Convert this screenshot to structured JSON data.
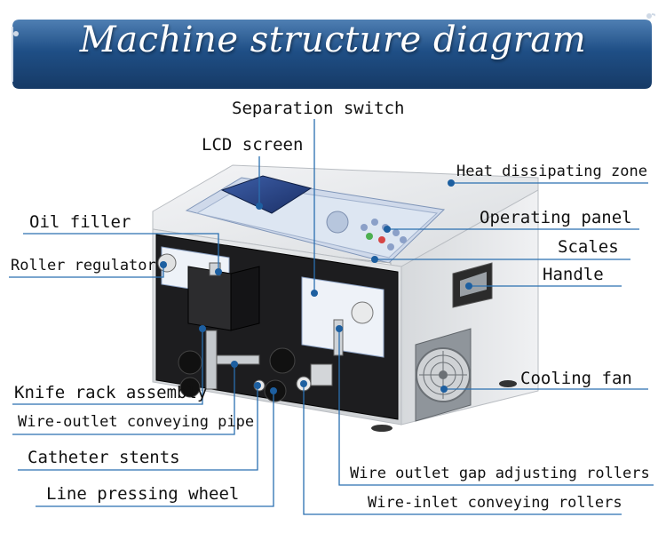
{
  "title": "Machine structure diagram",
  "labels": {
    "separation_switch": "Separation switch",
    "lcd_screen": "LCD screen",
    "heat_zone": "Heat dissipating zone",
    "oil_filler": "Oil filler",
    "operating_panel": "Operating panel",
    "roller_regulator": "Roller regulator",
    "scales": "Scales",
    "handle": "Handle",
    "knife_rack": "Knife rack assembly",
    "cooling_fan": "Cooling fan",
    "outlet_pipe": "Wire-outlet conveying pipe",
    "catheter_stents": "Catheter stents",
    "gap_rollers": "Wire outlet gap adjusting rollers",
    "line_wheel": "Line pressing wheel",
    "inlet_rollers": "Wire-inlet conveying rollers"
  },
  "colors": {
    "banner": "#1f4f86",
    "banner_light": "#6f94bd",
    "leader": "#2a6fb0",
    "dot": "#1d5fa0"
  }
}
